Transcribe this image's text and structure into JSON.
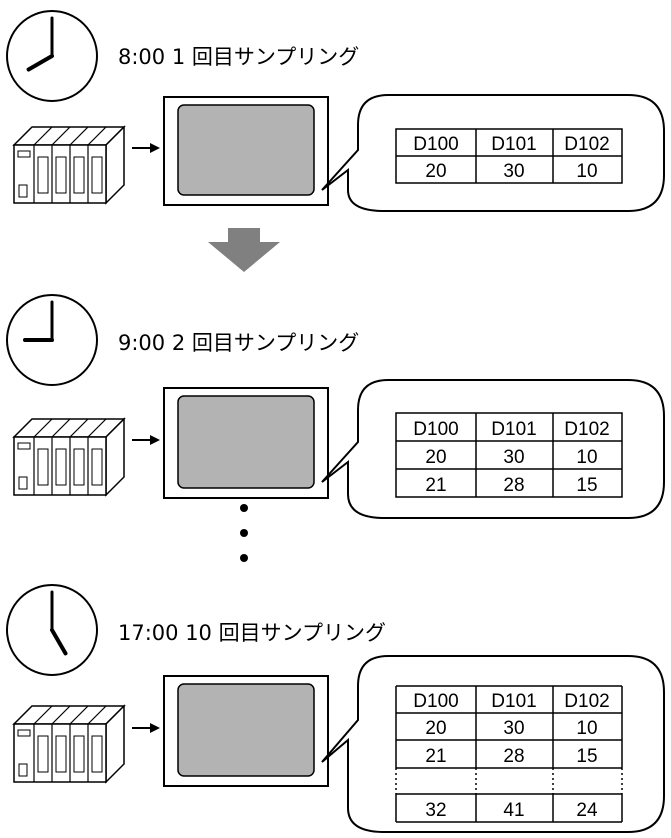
{
  "table_headers": [
    "D100",
    "D101",
    "D102"
  ],
  "stages": [
    {
      "caption": "8:00  1 回目サンプリング",
      "clock": {
        "hour": 8,
        "minute": 0
      },
      "rows": [
        [
          "20",
          "30",
          "10"
        ]
      ]
    },
    {
      "caption": "9:00  2 回目サンプリング",
      "clock": {
        "hour": 9,
        "minute": 0
      },
      "rows": [
        [
          "20",
          "30",
          "10"
        ],
        [
          "21",
          "28",
          "15"
        ]
      ]
    },
    {
      "caption": "17:00  10 回目サンプリング",
      "clock": {
        "hour": 17,
        "minute": 0
      },
      "rows": [
        [
          "20",
          "30",
          "10"
        ],
        [
          "21",
          "28",
          "15"
        ]
      ],
      "ellipsis_row": true,
      "last_row": [
        "32",
        "41",
        "24"
      ]
    }
  ],
  "colors": {
    "line": "#000000",
    "screen_fill": "#b3b3b3",
    "arrow_fill": "#808080",
    "background": "#ffffff"
  },
  "icons": [
    "clock-icon",
    "plc-rack-icon",
    "arrow-right-icon",
    "display-panel-icon",
    "speech-bubble",
    "down-arrow-icon",
    "continuation-dots"
  ]
}
